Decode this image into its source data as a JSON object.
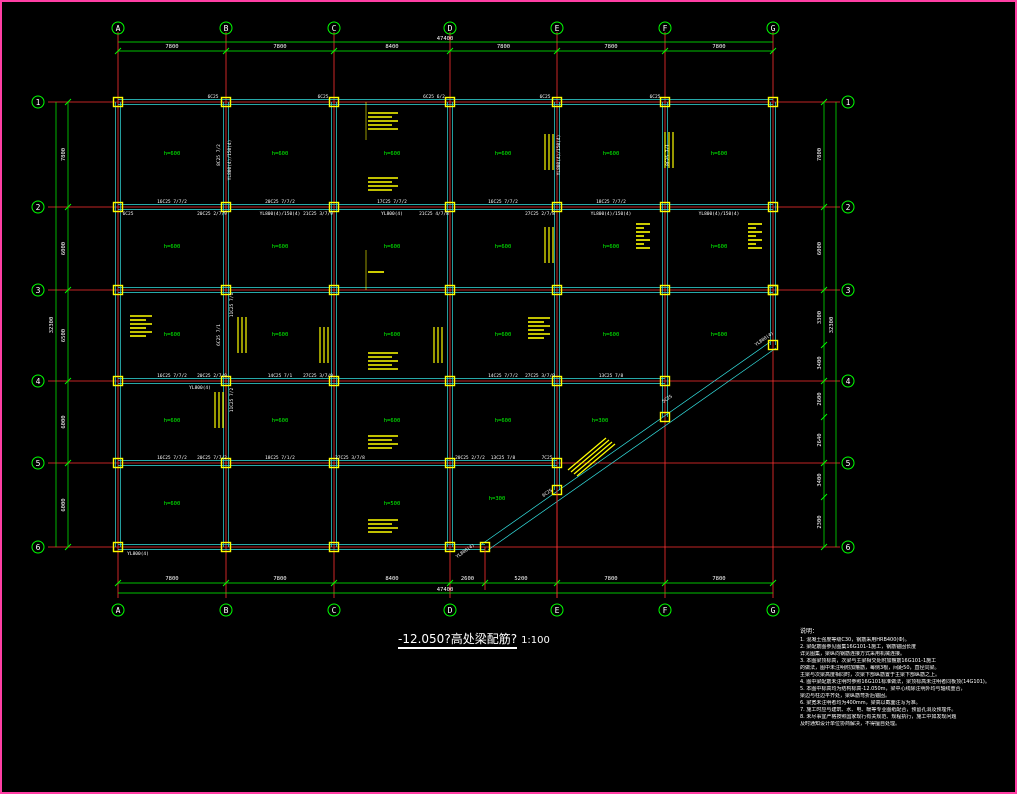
{
  "drawing": {
    "title": "-12.050?高处梁配筋?",
    "scale": "1:100",
    "colors": {
      "background": "#000000",
      "frame": "#ff3fa4",
      "grid_line": "#ff3030",
      "beam": "#33e0e0",
      "column": "#ffff00",
      "dimension": "#00ff00",
      "annotation_yellow": "#ffff00",
      "annotation_white": "#ffffff",
      "slab_text": "#00ff00"
    }
  },
  "grid": {
    "columns": [
      "A",
      "B",
      "C",
      "D",
      "E",
      "F",
      "G"
    ],
    "rows": [
      "1",
      "2",
      "3",
      "4",
      "5",
      "6"
    ]
  },
  "dimensions": {
    "top_spans": [
      "7800",
      "7800",
      "8400",
      "7800",
      "7800",
      "7800"
    ],
    "top_total": "47400",
    "bottom_spans": [
      "7800",
      "7800",
      "8400",
      "2600",
      "5200",
      "7800",
      "7800"
    ],
    "bottom_total": "47400",
    "left_spans": [
      "7800",
      "6000",
      "6500",
      "6000",
      "6000"
    ],
    "left_total": "32300",
    "right_spans": [
      "7800",
      "6000",
      "3300",
      "3400",
      "2600",
      "2640",
      "3400",
      "2300"
    ],
    "right_total": "32300"
  },
  "slab_labels": [
    "h=600",
    "h=600",
    "h=600",
    "h=600",
    "h=600",
    "h=600",
    "h=600",
    "h=600",
    "h=600",
    "h=600",
    "h=600",
    "h=600",
    "h=600",
    "h=600",
    "h=600",
    "h=600",
    "h=600",
    "h=600",
    "h=600",
    "h=600",
    "h=600",
    "h=600",
    "h=600",
    "h=500",
    "h=300"
  ],
  "beam_labels": {
    "row1": [
      "6C25",
      "6C25",
      "6C25 6/2",
      "6C25",
      "6C25"
    ],
    "row2": [
      "16C25 7/7/2",
      "20C25 7/7/2",
      "17C25 7/7/2",
      "16C25 7/7/2",
      "18C25 7/7/2"
    ],
    "row2b": [
      "6C25",
      "20C25 2/7/9",
      "YL800(4)/150(4)",
      "21C25 3/7/9",
      "YL800(4)",
      "21C25 4/7/8",
      "27C25 2/7/8",
      "YL800(4)/150(4)",
      "YL800(4)/150(4)"
    ],
    "row4": [
      "16C25 7/7/2",
      "YL800(4)",
      "20C25 2/7/9",
      "14C25 7/1",
      "27C25 3/7/9",
      "14C25 7/7/2",
      "27C25 3/7/9",
      "13C25 7/8"
    ],
    "row5": [
      "16C25 7/7/2",
      "20C25 7/7/2",
      "18C25 7/1/2",
      "27C25 3/7/8",
      "20C25 2/7/2",
      "13C25 7/8",
      "7C25"
    ],
    "row6": [
      "YL800(4)"
    ],
    "vertical": [
      "8C25 7/2",
      "YL800(4)/150(4)",
      "11C25 7/1",
      "6C25 7/1",
      "11C25 7/2",
      "YL800(4)/150(4)",
      "8C25 7/1"
    ],
    "diagonal": [
      "YL800(4)",
      "6C25",
      "5C25",
      "YL800(4)"
    ]
  },
  "notes": {
    "heading": "说明：",
    "lines": [
      "1. 混凝土强度等级C30，钢筋采用HRB400(Ф)。",
      "2. 梁配筋图参见图集16G101-1施工，钢筋锚固长度",
      "   详见图集，梁纵向钢筋连接方式采用机械连接。",
      "3. 本图梁顶标高，次梁与主梁相交处附加箍筋16G101-1施工",
      "   的做法，图中未注明附加箍筋，每侧3根，间距50，直径同梁。",
      "   主梁与次梁高度相同时，次梁下部纵筋置于主梁下部纵筋之上。",
      "4. 图中梁配筋未注明时参照16G101标准做法，梁顶标高未注明者同板顶(14G101)。",
      "5. 本图中标高均为结构标高-12.050m，梁中心线除注明外均与轴线重合，",
      "   梁边与柱边平齐处，梁纵筋弯折后锚固。",
      "6. 梁宽未注明者均为400mm，梁高以截面注写为准。",
      "7. 施工时应与建筑、水、电、暖等专业图纸配合，预留孔洞及预埋件。",
      "8. 未尽事宜严格按照国家现行有关规范、规程执行，施工中如发现问题",
      "   及时通知设计单位协商解决，不得擅自处理。"
    ]
  }
}
